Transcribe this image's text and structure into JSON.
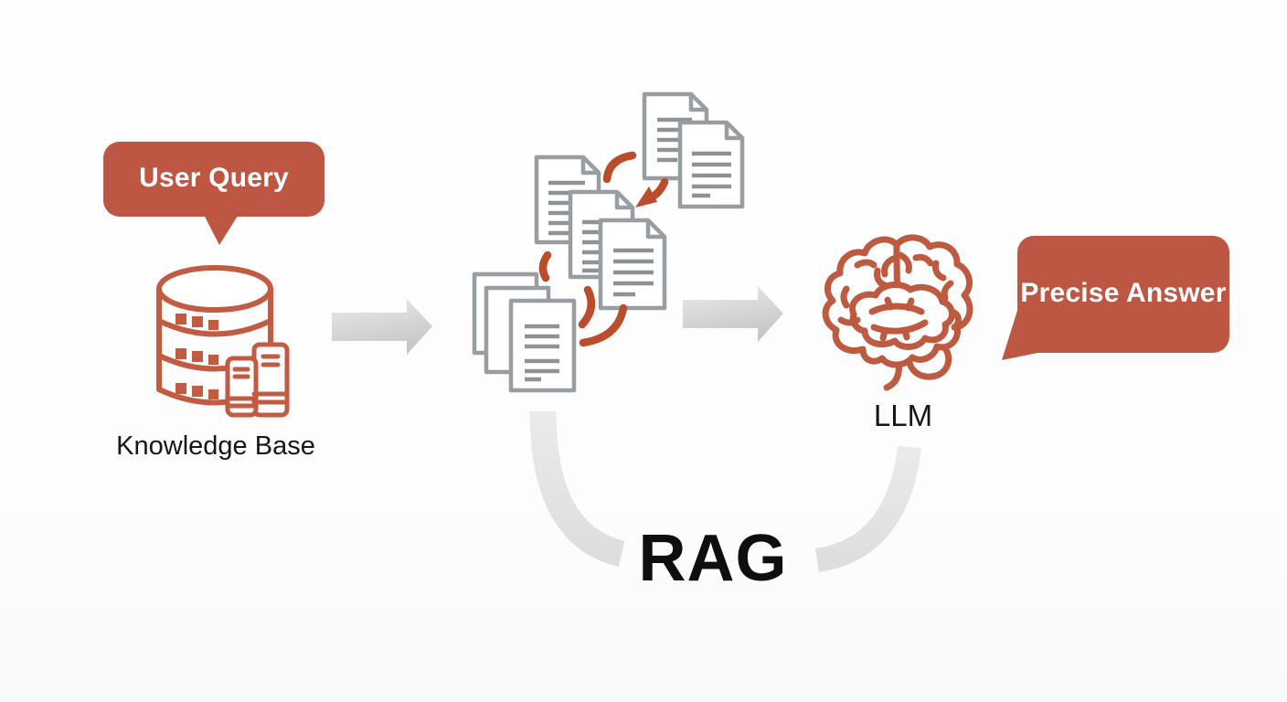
{
  "diagram": {
    "nodes": {
      "user_query": {
        "label": "User Query"
      },
      "knowledge_base": {
        "label": "Knowledge Base"
      },
      "llm": {
        "label": "LLM"
      },
      "precise_answer": {
        "label": "Precise Answer"
      },
      "rag": {
        "label": "RAG"
      }
    },
    "icons": {
      "database": "database-icon",
      "books": "books-icon",
      "documents": "document-icon",
      "brain": "brain-icon",
      "flow_arrow": "arrow-right-icon",
      "shuffle_arrows": "curved-arrow-icon",
      "speech_bubbles": "speech-bubble"
    },
    "colors": {
      "bubble_fill": "#bd5642",
      "bubble_text": "#ffffff",
      "icon_red": "#c25b41",
      "arrow_red": "#bb4c2c",
      "doc_outline_gray": "#979da1",
      "doc_line_gray": "#8d9397",
      "block_arrow_gray": "#d2d4d6",
      "arc_gray": "#e3e5e6",
      "text_black": "#161616",
      "background": "#fdfdfd"
    }
  }
}
